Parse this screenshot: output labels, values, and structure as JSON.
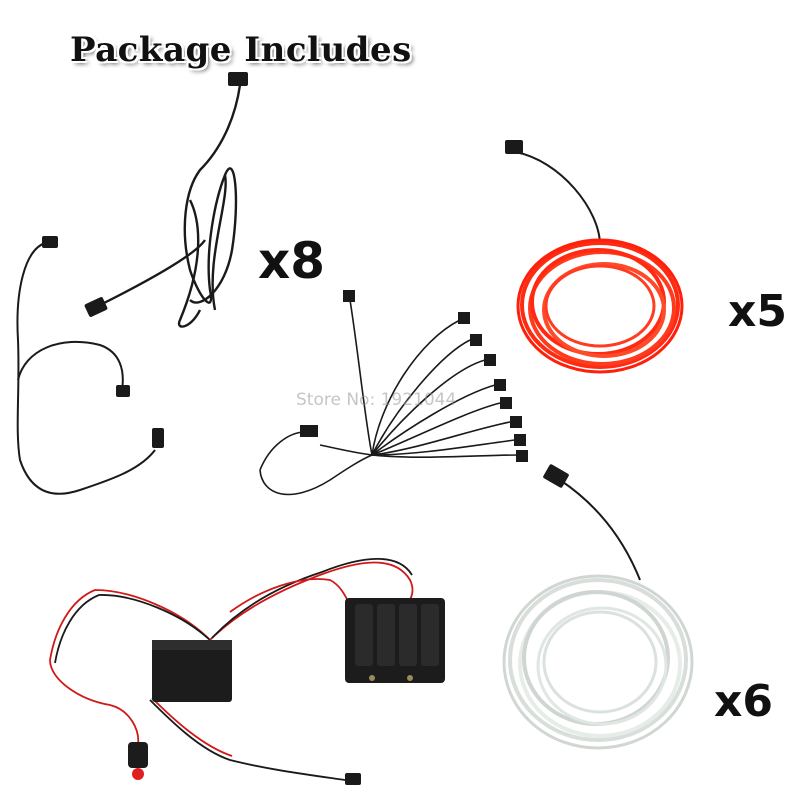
{
  "header": {
    "title": "Package Includes"
  },
  "quantities": {
    "extension_cable": "x8",
    "red_wire": "x5",
    "white_wire": "x6"
  },
  "watermark": "Store No: 1921044",
  "colors": {
    "cable": "#1a1a1a",
    "red_wire": "#ff2a12",
    "white_wire": "#e6ece8",
    "power_wire": "#d01a1a",
    "box": "#1c1c1c"
  }
}
